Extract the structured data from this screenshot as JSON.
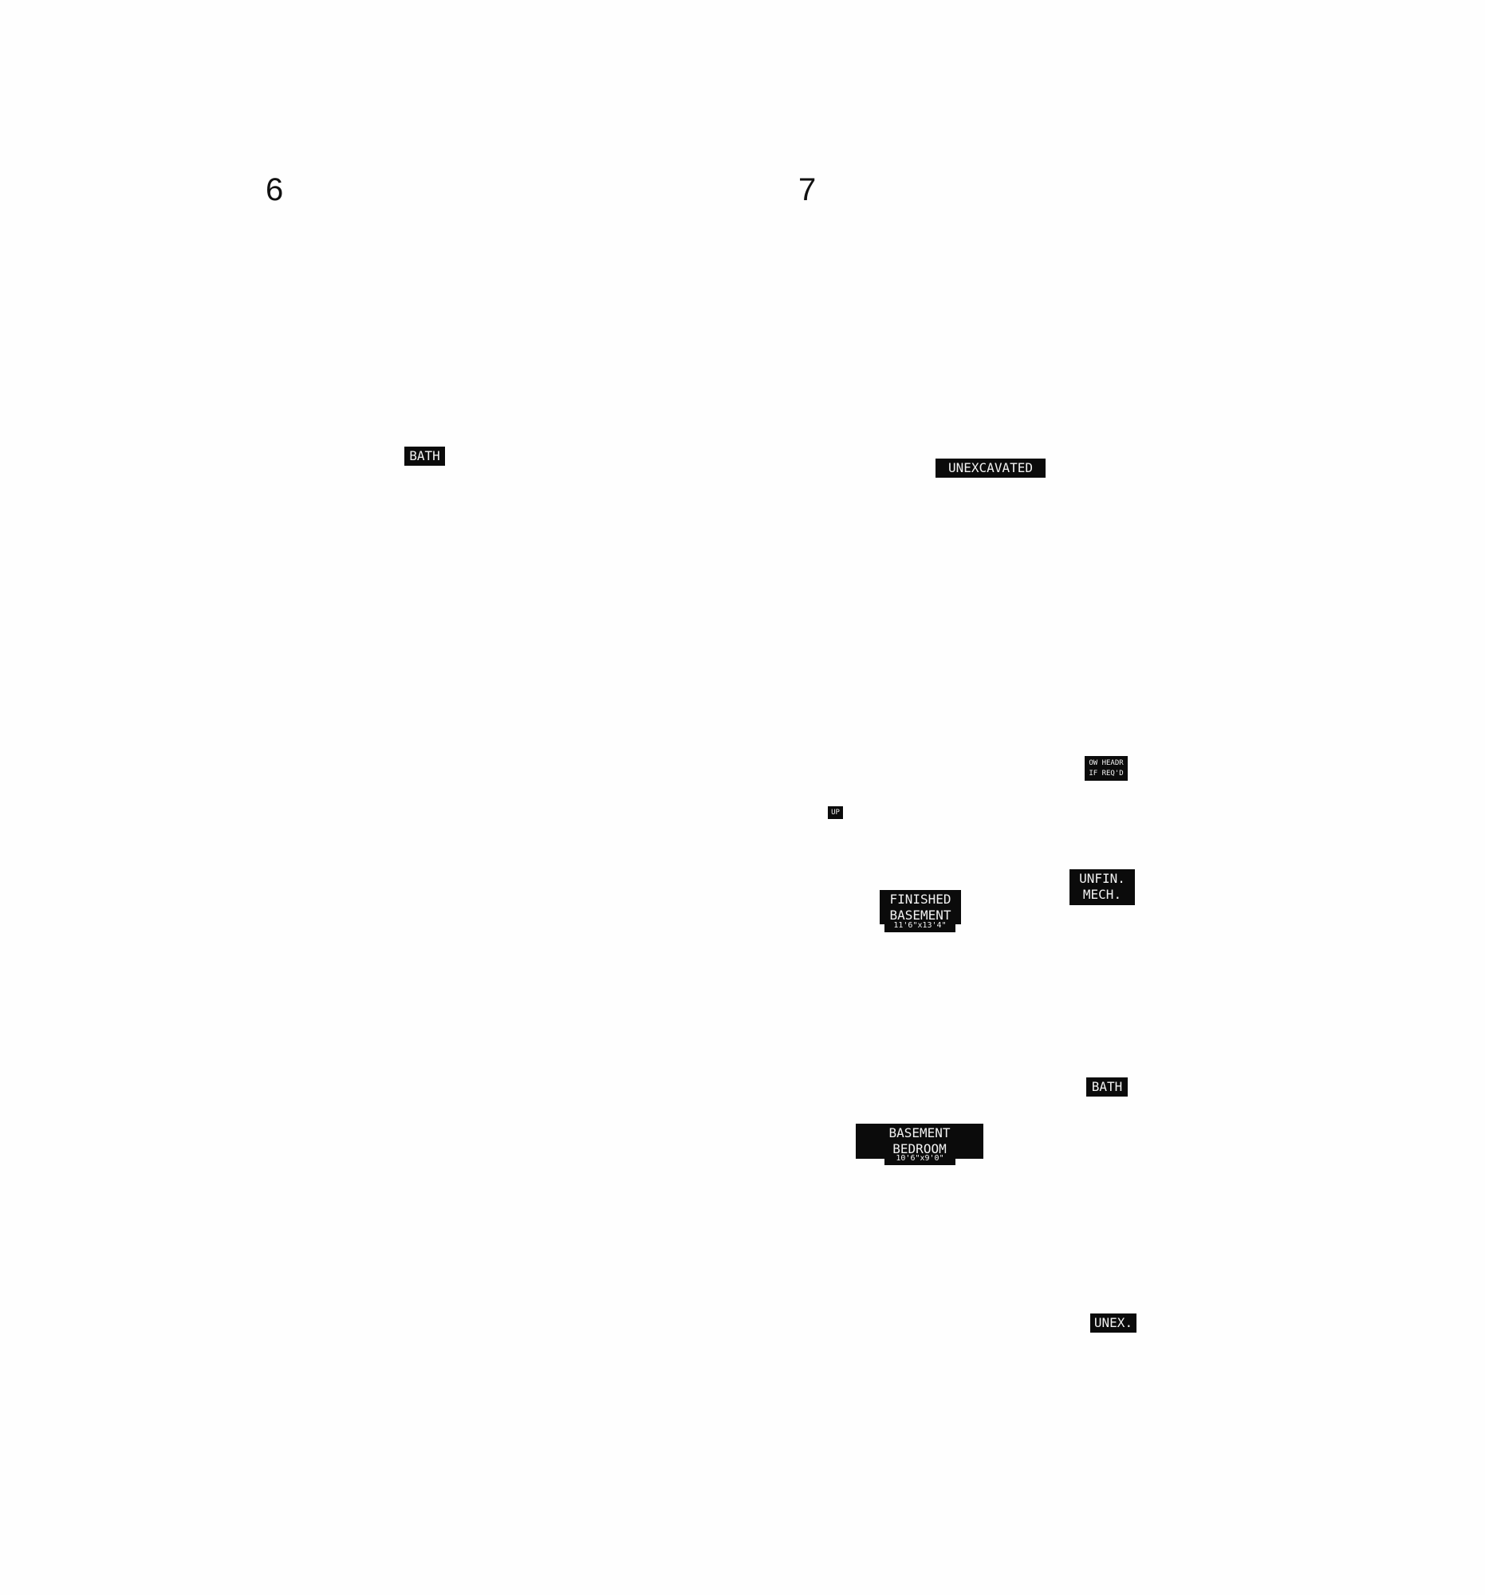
{
  "pages": {
    "left": {
      "number": "6"
    },
    "right": {
      "number": "7"
    }
  },
  "labels": {
    "bath_left": "BATH",
    "unexcavated": "UNEXCAVATED",
    "low_headroom": {
      "line1": "OW HEADR",
      "line2": "IF REQ'D"
    },
    "up": "UP",
    "unfin_mech": {
      "line1": "UNFIN.",
      "line2": "MECH."
    },
    "finished_basement": {
      "line1": "FINISHED",
      "line2": "BASEMENT",
      "dimensions": "11'6\"x13'4\""
    },
    "bath_right": "BATH",
    "basement_bedroom": {
      "line1": "BASEMENT",
      "line2": "BEDROOM",
      "dimensions": "10'6\"x9'0\""
    },
    "unex": "UNEX."
  }
}
